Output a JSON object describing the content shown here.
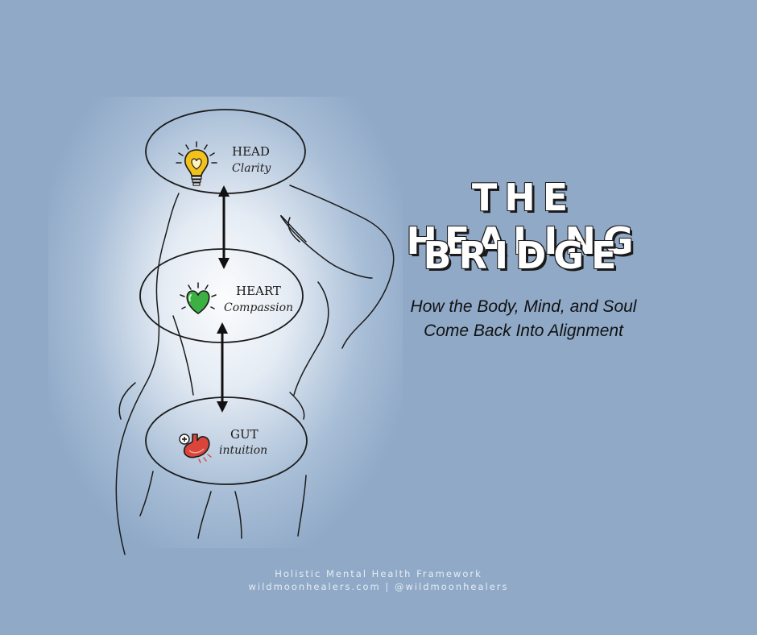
{
  "nodes": [
    {
      "title": "HEAD",
      "subtitle": "Clarity",
      "icon": "lightbulb-heart-icon"
    },
    {
      "title": "HEART",
      "subtitle": "Compassion",
      "icon": "green-heart-icon"
    },
    {
      "title": "GUT",
      "subtitle": "intuition",
      "icon": "stomach-icon"
    }
  ],
  "title": {
    "line1": "THE HEALING",
    "line2": "BRIDGE"
  },
  "subtitle": {
    "line1": "How the Body, Mind, and Soul",
    "line2": "Come Back Into Alignment"
  },
  "footer": {
    "line1": "Holistic Mental Health Framework",
    "line2": "wildmoonhealers.com | @wildmoonhealers"
  },
  "colors": {
    "background": "#8fa9c7",
    "title_fill": "#ffffff",
    "outline": "#1b1b1b",
    "heart": "#3cb043",
    "bulb": "#f2c21b",
    "stomach": "#d9453b"
  }
}
